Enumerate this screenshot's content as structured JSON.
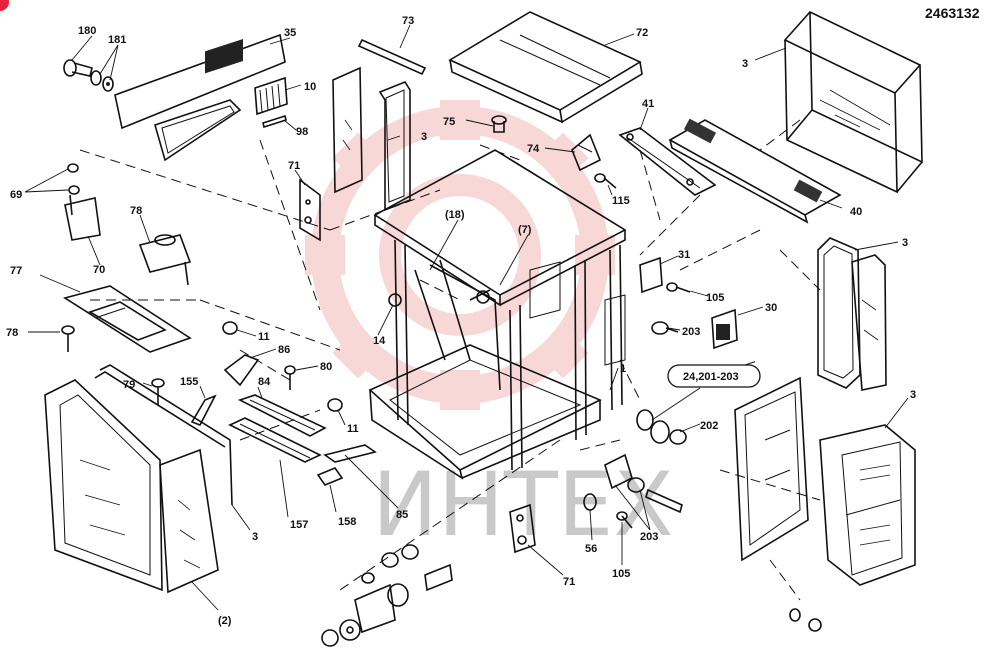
{
  "figure": {
    "reference_number": "2463132",
    "watermark_text": "ИНТЕХ",
    "watermark_color": "#f4b8b8",
    "callout_box_text": "24,201-203"
  },
  "labels": [
    {
      "id": "l180",
      "text": "180"
    },
    {
      "id": "l181",
      "text": "181"
    },
    {
      "id": "l35",
      "text": "35"
    },
    {
      "id": "l10",
      "text": "10"
    },
    {
      "id": "l98",
      "text": "98"
    },
    {
      "id": "l73",
      "text": "73"
    },
    {
      "id": "l72",
      "text": "72"
    },
    {
      "id": "l3a",
      "text": "3"
    },
    {
      "id": "l3b",
      "text": "3"
    },
    {
      "id": "l75",
      "text": "75"
    },
    {
      "id": "l41",
      "text": "41"
    },
    {
      "id": "l74",
      "text": "74"
    },
    {
      "id": "l115",
      "text": "115"
    },
    {
      "id": "l40",
      "text": "40"
    },
    {
      "id": "l69",
      "text": "69"
    },
    {
      "id": "l71a",
      "text": "71"
    },
    {
      "id": "l70",
      "text": "70"
    },
    {
      "id": "l78a",
      "text": "78"
    },
    {
      "id": "l18",
      "text": "(18)"
    },
    {
      "id": "l7",
      "text": "(7)"
    },
    {
      "id": "l3c",
      "text": "3"
    },
    {
      "id": "l31",
      "text": "31"
    },
    {
      "id": "l105a",
      "text": "105"
    },
    {
      "id": "l77",
      "text": "77"
    },
    {
      "id": "l14",
      "text": "14"
    },
    {
      "id": "l30",
      "text": "30"
    },
    {
      "id": "l203a",
      "text": "203"
    },
    {
      "id": "l78b",
      "text": "78"
    },
    {
      "id": "l11a",
      "text": "11"
    },
    {
      "id": "l86",
      "text": "86"
    },
    {
      "id": "l80",
      "text": "80"
    },
    {
      "id": "l1",
      "text": "1"
    },
    {
      "id": "l79",
      "text": "79"
    },
    {
      "id": "l155",
      "text": "155"
    },
    {
      "id": "l84",
      "text": "84"
    },
    {
      "id": "l3d",
      "text": "3"
    },
    {
      "id": "l202",
      "text": "202"
    },
    {
      "id": "l11b",
      "text": "11"
    },
    {
      "id": "l3e",
      "text": "3"
    },
    {
      "id": "l157",
      "text": "157"
    },
    {
      "id": "l158",
      "text": "158"
    },
    {
      "id": "l85",
      "text": "85"
    },
    {
      "id": "l56",
      "text": "56"
    },
    {
      "id": "l203b",
      "text": "203"
    },
    {
      "id": "l71b",
      "text": "71"
    },
    {
      "id": "l105b",
      "text": "105"
    },
    {
      "id": "l2",
      "text": "(2)"
    }
  ]
}
